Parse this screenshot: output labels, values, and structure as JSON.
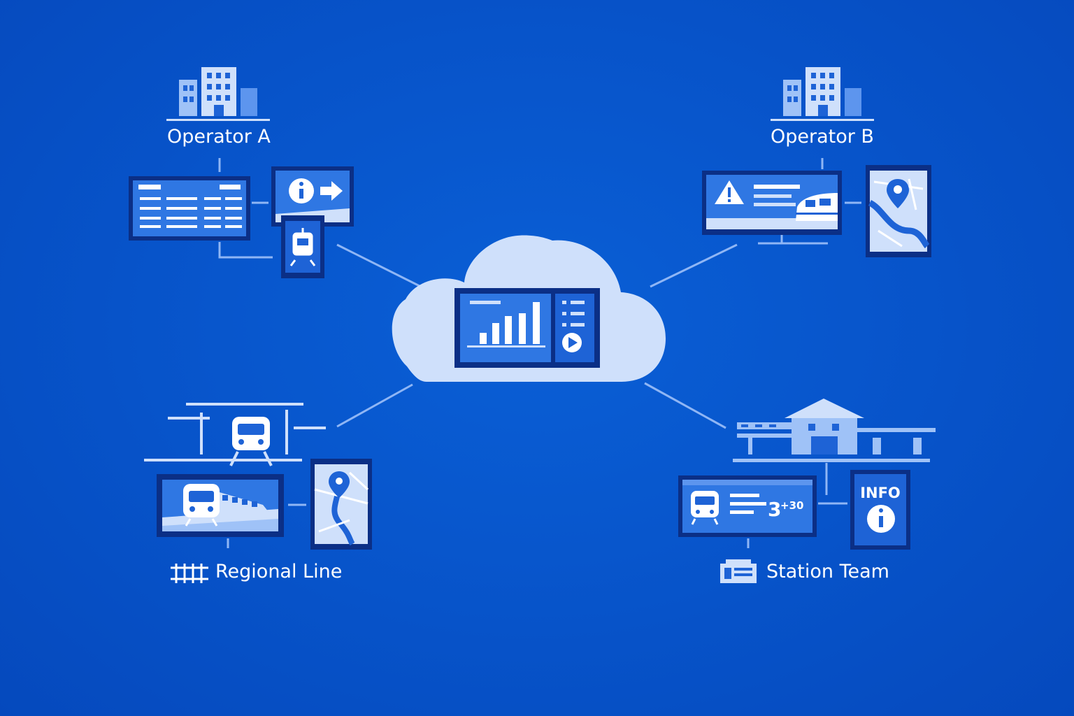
{
  "nodes": {
    "operator_a": {
      "label": "Operator A"
    },
    "operator_b": {
      "label": "Operator B"
    },
    "regional_line": {
      "label": "Regional Line"
    },
    "station_team": {
      "label": "Station Team"
    }
  },
  "display_texts": {
    "platform_time": "3",
    "platform_time_suffix": "+30",
    "info_sign": "INFO"
  },
  "colors": {
    "background": "#0753c9",
    "cloud": "#cfe0fb",
    "panel_dark": "#0b2f86",
    "panel_mid": "#1e63d6",
    "line": "#8fb6f5"
  },
  "icons": [
    "office-building-icon",
    "train-icon",
    "map-pin-icon",
    "warning-icon",
    "info-icon",
    "play-icon",
    "bar-chart-icon",
    "railway-track-icon",
    "station-icon"
  ]
}
